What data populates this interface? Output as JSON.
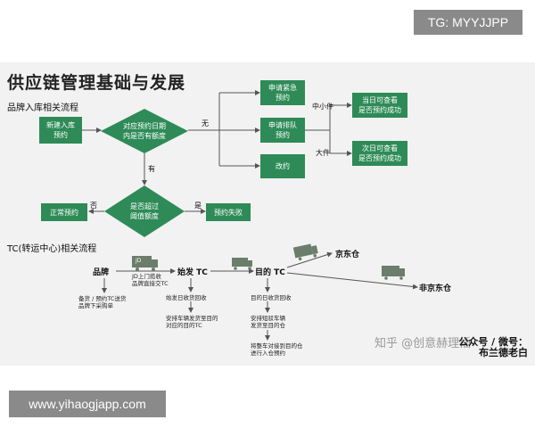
{
  "badges": {
    "top": "TG: MYYJJPP",
    "bottom": "www.yihaogjapp.com"
  },
  "title": "供应链管理基础与发展",
  "section1": {
    "title": "品牌入库相关流程",
    "box_new": "新建入库\n预约",
    "diamond_check": "对应预约日期\n内是否有额度",
    "label_none": "无",
    "label_have": "有",
    "box_urgent": "申请紧急\n预约",
    "box_queue": "申请排队\n预约",
    "box_change": "改约",
    "label_small": "中小件",
    "label_large": "大件",
    "box_sameday": "当日可查看\n是否预约成功",
    "box_nextday": "次日可查看\n是否预约成功",
    "diamond_threshold": "是否超过\n阈值额度",
    "label_no": "否",
    "label_yes": "是",
    "box_normal": "正常预约",
    "box_fail": "预约失败"
  },
  "section2": {
    "title": "TC(转运中心)相关流程",
    "node_brand": "品牌",
    "node_dispatch": "始发 TC",
    "node_dest": "目的 TC",
    "node_jd": "京东仓",
    "node_nonjd": "非京东仓",
    "truck_jd_label": "JD",
    "truck_pickup_note": "JD上门揽收\n品牌直接交TC",
    "note_brand": "备货 / 预约TC送货\n品牌下采购单",
    "note_dispatch_1": "始发日收货回收",
    "note_dispatch_2": "安排车辆发货至目的\n对应的目的TC",
    "note_dest_1": "目的日收货回收",
    "note_dest_2": "安排短驳车辆\n发货至目的仓",
    "note_dest_3": "将整车对接到目的仓\n进行入仓预约"
  },
  "watermark": "知乎 @创意赫理插",
  "footer": "公众号 / 微号：\n布兰德老白",
  "colors": {
    "box": "#2e8b57",
    "line": "#555555",
    "panel": "#f2f2f2",
    "truck": "#6b7d6b"
  }
}
